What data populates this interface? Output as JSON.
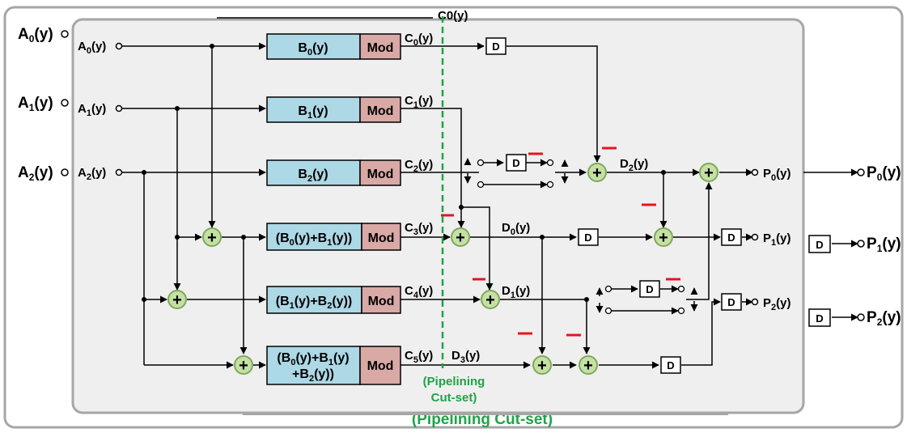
{
  "outer_inputs": [
    "A0(y)",
    "A1(y)",
    "A2(y)"
  ],
  "inner_inputs": [
    "A0(y)",
    "A1(y)",
    "A2(y)"
  ],
  "blocks": [
    {
      "text": [
        "B0(y)"
      ],
      "mod": "Mod",
      "out": "C0(y)"
    },
    {
      "text": [
        "B1(y)"
      ],
      "mod": "Mod",
      "out": "C1(y)"
    },
    {
      "text": [
        "B2(y)"
      ],
      "mod": "Mod",
      "out": "C2(y)"
    },
    {
      "text": [
        "(B0(y)+B1(y))"
      ],
      "mod": "Mod",
      "out": "C3(y)"
    },
    {
      "text": [
        "(B1(y)+B2(y))"
      ],
      "mod": "Mod",
      "out": "C4(y)"
    },
    {
      "text": [
        "(B0(y)+B1(y)",
        "+B2(y))"
      ],
      "mod": "Mod",
      "out": "C5(y)"
    }
  ],
  "intermediates": {
    "d0": "D0(y)",
    "d1": "D1(y)",
    "d2": "D2(y)",
    "d3": "D3(y)"
  },
  "delay_label": "D",
  "adder_symbol": "+",
  "minus_symbol": "—",
  "inner_outputs": [
    "P0(y)",
    "P1(y)",
    "P2(y)"
  ],
  "outer_outputs": [
    "P0(y)",
    "P1(y)",
    "P2(y)"
  ],
  "cutset_label_inner": [
    "(Pipelining",
    "Cut-set)"
  ],
  "cutset_label_outer": "(Pipelining Cut-set)",
  "cutset_top_label": "C0(y)",
  "colors": {
    "block_fill": "#add8e6",
    "mod_fill": "#d9a9a6",
    "adder_fill": "#c5e0a5",
    "adder_stroke": "#7fa85a",
    "cutset": "#1fa347",
    "minus": "#e8141b",
    "inner_panel": "#efefef",
    "outer_border": "#a6a6a6"
  }
}
